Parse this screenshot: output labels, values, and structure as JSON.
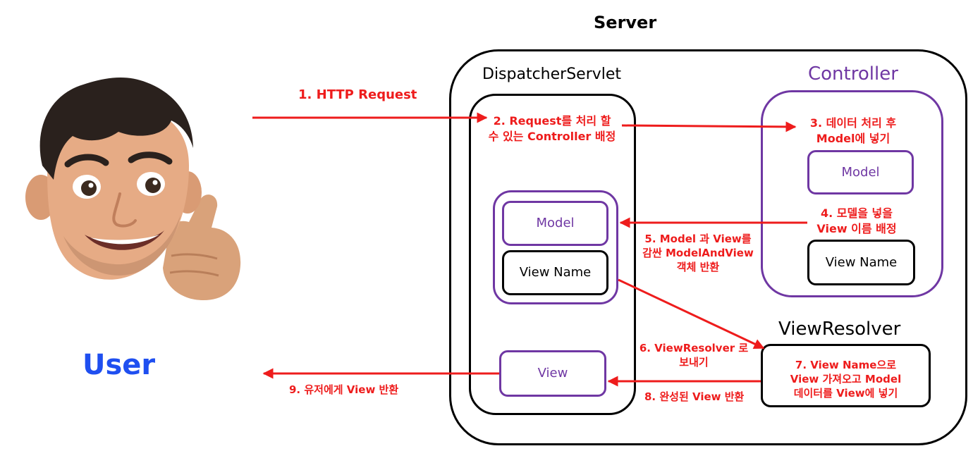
{
  "colors": {
    "arrow": "#ee1c1c",
    "black": "#000000",
    "purple": "#6f37a3",
    "user_blue": "#1f4ff0"
  },
  "icons": {
    "user": "memoji-thumbs-up-avatar-icon"
  },
  "user": {
    "label": "User"
  },
  "server": {
    "label": "Server"
  },
  "dispatcher": {
    "label": "DispatcherServlet",
    "model_box": "Model",
    "view_name_box": "View Name",
    "view_box": "View"
  },
  "controller": {
    "label": "Controller",
    "model_box": "Model",
    "view_name_box": "View Name"
  },
  "view_resolver": {
    "label": "ViewResolver"
  },
  "steps": {
    "s1": "1. HTTP Request",
    "s2": [
      "2. Request를 처리 할",
      "수 있는 Controller 배정"
    ],
    "s3": [
      "3. 데이터 처리 후",
      "Model에 넣기"
    ],
    "s4": [
      "4. 모델을 넣을",
      "View 이름 배정"
    ],
    "s5": [
      "5. Model 과 View를",
      "감싼 ModelAndView",
      "객체 반환"
    ],
    "s6": [
      "6. ViewResolver 로",
      "보내기"
    ],
    "s7": [
      "7. View Name으로",
      "View 가져오고 Model",
      "데이터를 View에 넣기"
    ],
    "s8": "8. 완성된 View 반환",
    "s9": "9. 유저에게 View 반환"
  }
}
